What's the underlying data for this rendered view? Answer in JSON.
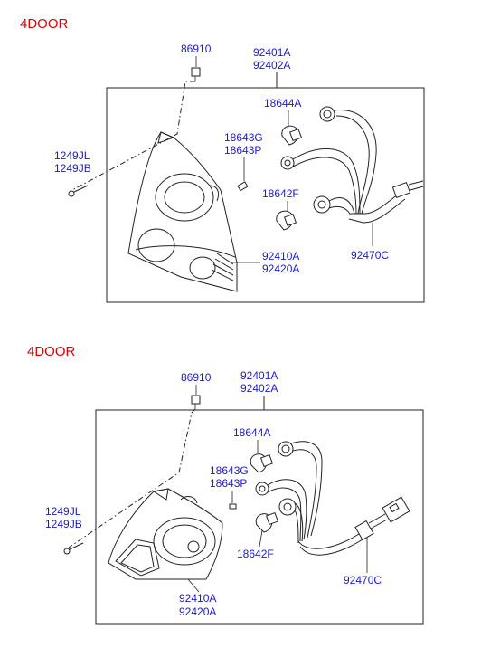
{
  "diagrams": [
    {
      "header": "4DOOR",
      "labels": {
        "clip": "86910",
        "assy_top": "92401A",
        "assy_bottom": "92402A",
        "bulb_a": "18644A",
        "socket_g": "18643G",
        "socket_p": "18643P",
        "bulb_f": "18642F",
        "screw_top": "1249JL",
        "screw_bottom": "1249JB",
        "lens_top": "92410A",
        "lens_bottom": "92420A",
        "harness": "92470C"
      }
    },
    {
      "header": "4DOOR",
      "labels": {
        "clip": "86910",
        "assy_top": "92401A",
        "assy_bottom": "92402A",
        "bulb_a": "18644A",
        "socket_g": "18643G",
        "socket_p": "18643P",
        "bulb_f": "18642F",
        "screw_top": "1249JL",
        "screw_bottom": "1249JB",
        "lens_top": "92410A",
        "lens_bottom": "92420A",
        "harness": "92470C"
      }
    }
  ],
  "colors": {
    "header": "#e00000",
    "part_number": "#1a1ad6",
    "line": "#222222"
  }
}
